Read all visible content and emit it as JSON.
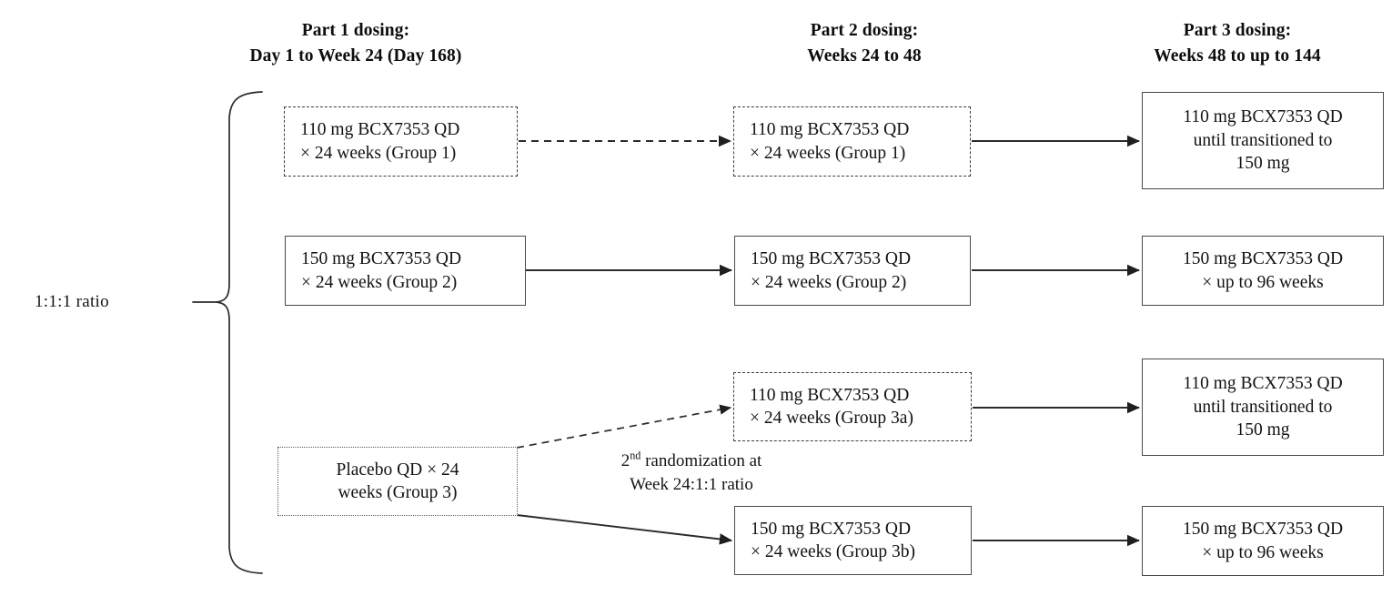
{
  "figure": {
    "title_columns": [
      {
        "name": "part1",
        "line1": "Part 1 dosing:",
        "line2": "Day 1 to Week 24 (Day 168)"
      },
      {
        "name": "part2",
        "line1": "Part 2 dosing:",
        "line2": "Weeks 24 to 48"
      },
      {
        "name": "part3",
        "line1": "Part 3 dosing:",
        "line2": "Weeks 48 to up to 144"
      }
    ],
    "randomization_label": "1:1:1 ratio",
    "second_randomization": {
      "line1_prefix": "2",
      "line1_sup": "nd",
      "line1_rest": " randomization at",
      "line2": "Week 24:1:1 ratio"
    },
    "nodes": {
      "p1_group1": {
        "line1": "110 mg BCX7353 QD",
        "line2": "× 24 weeks (Group 1)",
        "border": "dashed",
        "align": "left"
      },
      "p1_group2": {
        "line1": "150 mg BCX7353 QD",
        "line2": "× 24 weeks (Group 2)",
        "border": "solid",
        "align": "left"
      },
      "p1_group3": {
        "line1": "Placebo QD × 24",
        "line2": "weeks (Group 3)",
        "border": "dotted",
        "align": "center"
      },
      "p2_group1": {
        "line1": "110 mg BCX7353 QD",
        "line2": "× 24 weeks (Group 1)",
        "border": "dashed",
        "align": "left"
      },
      "p2_group2": {
        "line1": "150 mg BCX7353 QD",
        "line2": "× 24 weeks (Group 2)",
        "border": "solid",
        "align": "left"
      },
      "p2_group3a": {
        "line1": "110 mg BCX7353 QD",
        "line2": "× 24 weeks (Group 3a)",
        "border": "dashed",
        "align": "left"
      },
      "p2_group3b": {
        "line1": "150 mg BCX7353 QD",
        "line2": "× 24 weeks (Group 3b)",
        "border": "solid",
        "align": "left"
      },
      "p3_group1": {
        "line1": "110 mg BCX7353 QD",
        "line2": "until transitioned to",
        "line3": "150 mg",
        "border": "solid",
        "align": "center"
      },
      "p3_group2": {
        "line1": "150 mg BCX7353 QD",
        "line2": "× up to 96 weeks",
        "border": "solid",
        "align": "center"
      },
      "p3_group3a": {
        "line1": "110 mg BCX7353 QD",
        "line2": "until transitioned to",
        "line3": "150 mg",
        "border": "solid",
        "align": "center"
      },
      "p3_group3b": {
        "line1": "150 mg BCX7353 QD",
        "line2": "× up to 96 weeks",
        "border": "solid",
        "align": "center"
      }
    },
    "colors": {
      "background": "#ffffff",
      "text": "#121212",
      "stroke_solid": "#4a4a4a",
      "stroke_dashed": "#3d3d3d",
      "connector": "#2b2b2b"
    }
  }
}
